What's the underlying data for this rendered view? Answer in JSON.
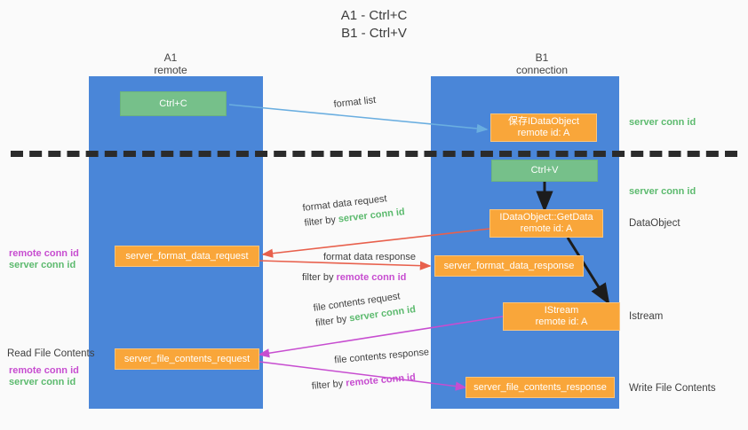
{
  "title": {
    "line1": "A1 - Ctrl+C",
    "line2": "B1 - Ctrl+V"
  },
  "columns": [
    {
      "name": "A1",
      "sub": "remote"
    },
    {
      "name": "B1",
      "sub": "connection"
    }
  ],
  "boxes": {
    "ctrl_c": {
      "label": "Ctrl+C"
    },
    "ctrl_v": {
      "label": "Ctrl+V"
    },
    "save_dataobject": {
      "line1": "保存IDataObject",
      "line2": "remote id: A"
    },
    "getdata": {
      "line1": "IDataObject::GetData",
      "line2": "remote id: A"
    },
    "istream": {
      "line1": "IStream",
      "line2": "remote id: A"
    },
    "server_format_data_request": {
      "label": "server_format_data_request"
    },
    "server_format_data_response": {
      "label": "server_format_data_response"
    },
    "server_file_contents_request": {
      "label": "server_file_contents_request"
    },
    "server_file_contents_response": {
      "label": "server_file_contents_response"
    }
  },
  "arrow_labels": {
    "format_list": "format list",
    "format_data_request": "format data request",
    "format_data_request_filter_prefix": "filter by ",
    "format_data_request_filter_key": "server conn id",
    "format_data_response": "format data response",
    "format_data_response_filter_prefix": "filter by ",
    "format_data_response_filter_key": "remote conn id",
    "file_contents_request": "file contents request",
    "file_contents_request_filter_prefix": "filter by ",
    "file_contents_request_filter_key": "server conn id",
    "file_contents_response": "file contents response",
    "file_contents_response_filter_prefix": "filter by ",
    "file_contents_response_filter_key": "remote conn id"
  },
  "right_labels": {
    "server_conn_id_top": "server conn id",
    "server_conn_id_second": "server conn id",
    "dataobject": "DataObject",
    "istream": "Istream",
    "write_file_contents": "Write File Contents"
  },
  "left_labels": {
    "remote_conn_id_1": "remote conn id",
    "server_conn_id_1": "server conn id",
    "read_file_contents": "Read File Contents",
    "remote_conn_id_2": "remote conn id",
    "server_conn_id_2": "server conn id"
  },
  "colors": {
    "lane": "#4a86d8",
    "orange": "#f9a63a",
    "green_box": "#76c08a",
    "green_text": "#5cba6e",
    "magenta_text": "#c74dd0",
    "arrow_blue": "#6aaee0",
    "arrow_red": "#e8604c",
    "arrow_magenta": "#c74dd0",
    "arrow_black": "#1c1c1c",
    "background": "#fafafa"
  }
}
